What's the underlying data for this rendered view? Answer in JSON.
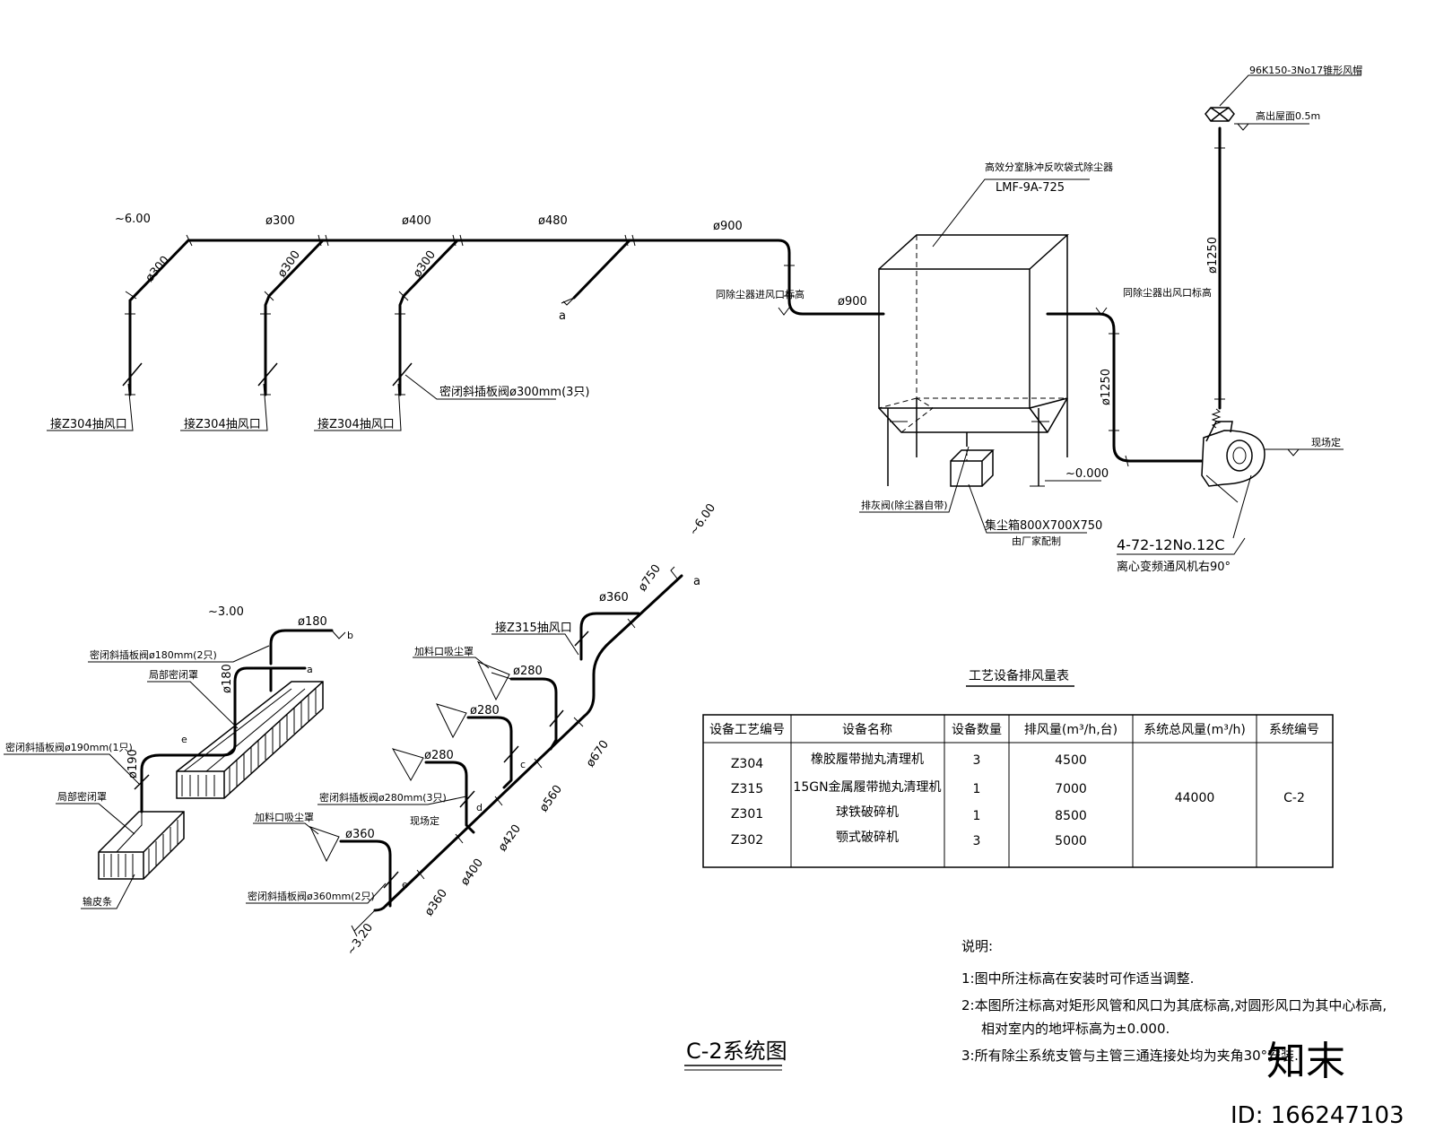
{
  "upper_system": {
    "elev_top": "~6.00",
    "main_sizes": [
      "ø300",
      "ø400",
      "ø480",
      "ø900"
    ],
    "branch_sizes": [
      "ø300",
      "ø300",
      "ø300"
    ],
    "branch_labels": [
      "接Z304抽风口",
      "接Z304抽风口",
      "接Z304抽风口"
    ],
    "damper_note": "密闭斜插板阀ø300mm(3只)",
    "end_mark": "a",
    "inlet_size": "ø900",
    "inlet_note": "同除尘器进风口标高",
    "outlet_note": "同除尘器出风口标高",
    "collector_name": "高效分室脉冲反吹袋式除尘器",
    "collector_model": "LMF-9A-725",
    "riser_size_1": "ø1250",
    "riser_size_2": "ø1250",
    "cap_model": "96K150-3No17锥形风帽",
    "cap_note": "高出屋面0.5m",
    "ground_elev": "~0.000",
    "site_note": "现场定",
    "ash_valve": "排灰阀(除尘器自带)",
    "dust_box": "集尘箱800X700X750",
    "dust_box_note": "由厂家配制",
    "fan_model": "4-72-12No.12C",
    "fan_name": "离心变频通风机右90°"
  },
  "lower_system": {
    "elev_top": "~6.00",
    "elev_mid": "~3.00",
    "elev_low": "~3.20",
    "main_sizes": [
      "ø750",
      "ø670",
      "ø560",
      "ø420",
      "ø400",
      "ø360"
    ],
    "z315_size": "ø360",
    "z315_label": "接Z315抽风口",
    "end_mark": "a",
    "hood_label_1": "加料口吸尘罩",
    "hood_label_2": "加料口吸尘罩",
    "hood_sizes": [
      "ø280",
      "ø280",
      "ø280",
      "ø360"
    ],
    "damper_280": "密闭斜插板阀ø280mm(3只)",
    "site_note": "现场定",
    "damper_360": "密闭斜插板阀ø360mm(2只)",
    "belt_size_1": "ø180",
    "belt_size_2": "ø180",
    "belt_size_3": "ø190",
    "damper_180": "密闭斜插板阀ø180mm(2只)",
    "damper_190": "密闭斜插板阀ø190mm(1只)",
    "enclosure_1": "局部密闭罩",
    "enclosure_2": "局部密闭罩",
    "conveyor": "输皮条",
    "marks": [
      "a",
      "b",
      "c",
      "d",
      "e",
      "e"
    ]
  },
  "table": {
    "title": "工艺设备排风量表",
    "headers": [
      "设备工艺编号",
      "设备名称",
      "设备数量",
      "排风量(m³/h,台)",
      "系统总风量(m³/h)",
      "系统编号"
    ],
    "rows": [
      {
        "code": "Z304",
        "name": "橡胶履带抛丸清理机",
        "qty": "3",
        "flow": "4500"
      },
      {
        "code": "Z315",
        "name": "15GN金属履带抛丸清理机",
        "qty": "1",
        "flow": "7000"
      },
      {
        "code": "Z301",
        "name": "球铁破碎机",
        "qty": "1",
        "flow": "8500"
      },
      {
        "code": "Z302",
        "name": "颚式破碎机",
        "qty": "3",
        "flow": "5000"
      }
    ],
    "total": "44000",
    "system": "C-2"
  },
  "notes": {
    "heading": "说明:",
    "items": [
      "1:图中所注标高在安装时可作适当调整.",
      "2:本图所注标高对矩形风管和风口为其底标高,对圆形风口为其中心标高,",
      "相对室内的地坪标高为±0.000.",
      "3:所有除尘系统支管与主管三通连接处均为夹角30°安装."
    ]
  },
  "diagram_title": "C-2系统图",
  "watermark": {
    "text": "知末",
    "id": "ID: 166247103"
  }
}
